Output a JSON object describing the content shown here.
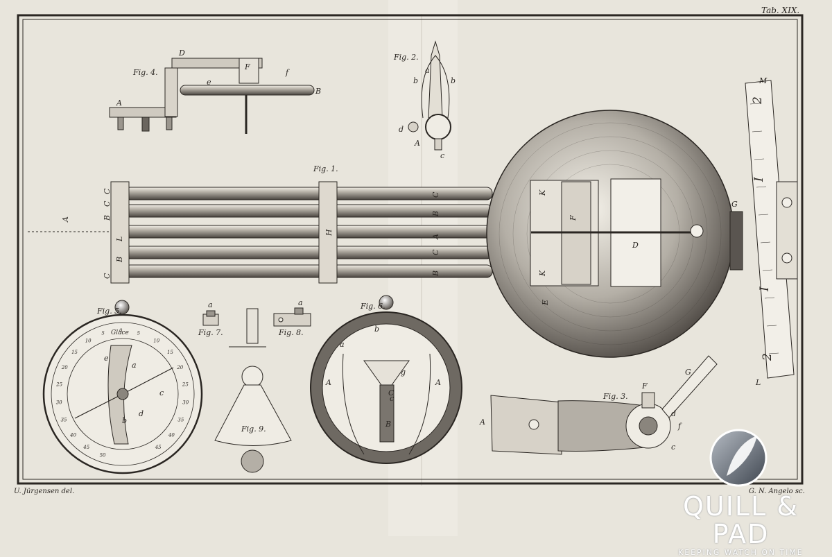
{
  "plate": {
    "number": "Tab. XIX.",
    "delineator": "U. Jürgensen del.",
    "engraver": "G. N. Angelo sc."
  },
  "figures": {
    "fig1": {
      "caption": "Fig. 1.",
      "letters": [
        "A",
        "C",
        "B",
        "L",
        "B",
        "C",
        "H",
        "C",
        "B",
        "A",
        "C",
        "B",
        "C",
        "K",
        "K",
        "F",
        "D",
        "E",
        "G",
        "M",
        "L"
      ]
    },
    "fig2": {
      "caption": "Fig. 2.",
      "letters": [
        "a",
        "b",
        "b",
        "d",
        "A",
        "c"
      ]
    },
    "fig3": {
      "caption": "Fig. 3.",
      "letters": [
        "A",
        "F",
        "G",
        "d",
        "f",
        "c"
      ]
    },
    "fig4": {
      "caption": "Fig. 4.",
      "letters": [
        "D",
        "F",
        "f",
        "e",
        "B",
        "A"
      ]
    },
    "fig5": {
      "caption": "Fig. 5.",
      "dial_word": "Glace",
      "letters": [
        "e",
        "a",
        "b",
        "c",
        "d"
      ]
    },
    "fig6": {
      "caption": "Fig. 6.",
      "letters": [
        "A",
        "A",
        "b",
        "a",
        "c",
        "g",
        "C",
        "B"
      ]
    },
    "fig7": {
      "caption": "Fig. 7.",
      "letters": [
        "a"
      ]
    },
    "fig8": {
      "caption": "Fig. 8.",
      "letters": [
        "a"
      ]
    },
    "fig9": {
      "caption": "Fig. 9.",
      "letters": []
    }
  },
  "scale": {
    "numerals": [
      "2",
      "I",
      "I",
      "2"
    ]
  },
  "dial_numbers": [
    "50",
    "45",
    "40",
    "35",
    "30",
    "25",
    "20",
    "15",
    "10",
    "5",
    "0",
    "5",
    "10",
    "15",
    "20",
    "25",
    "30",
    "35",
    "40",
    "45"
  ],
  "watermark": {
    "brand": "QUILL & PAD",
    "tagline": "KEEPING WATCH ON TIME",
    "logo_icon": "quill-feather-icon",
    "color": "#ffffff"
  },
  "colors": {
    "paper": "#e8e5dc",
    "ink": "#2a2622",
    "shadow": "#5a5550"
  }
}
